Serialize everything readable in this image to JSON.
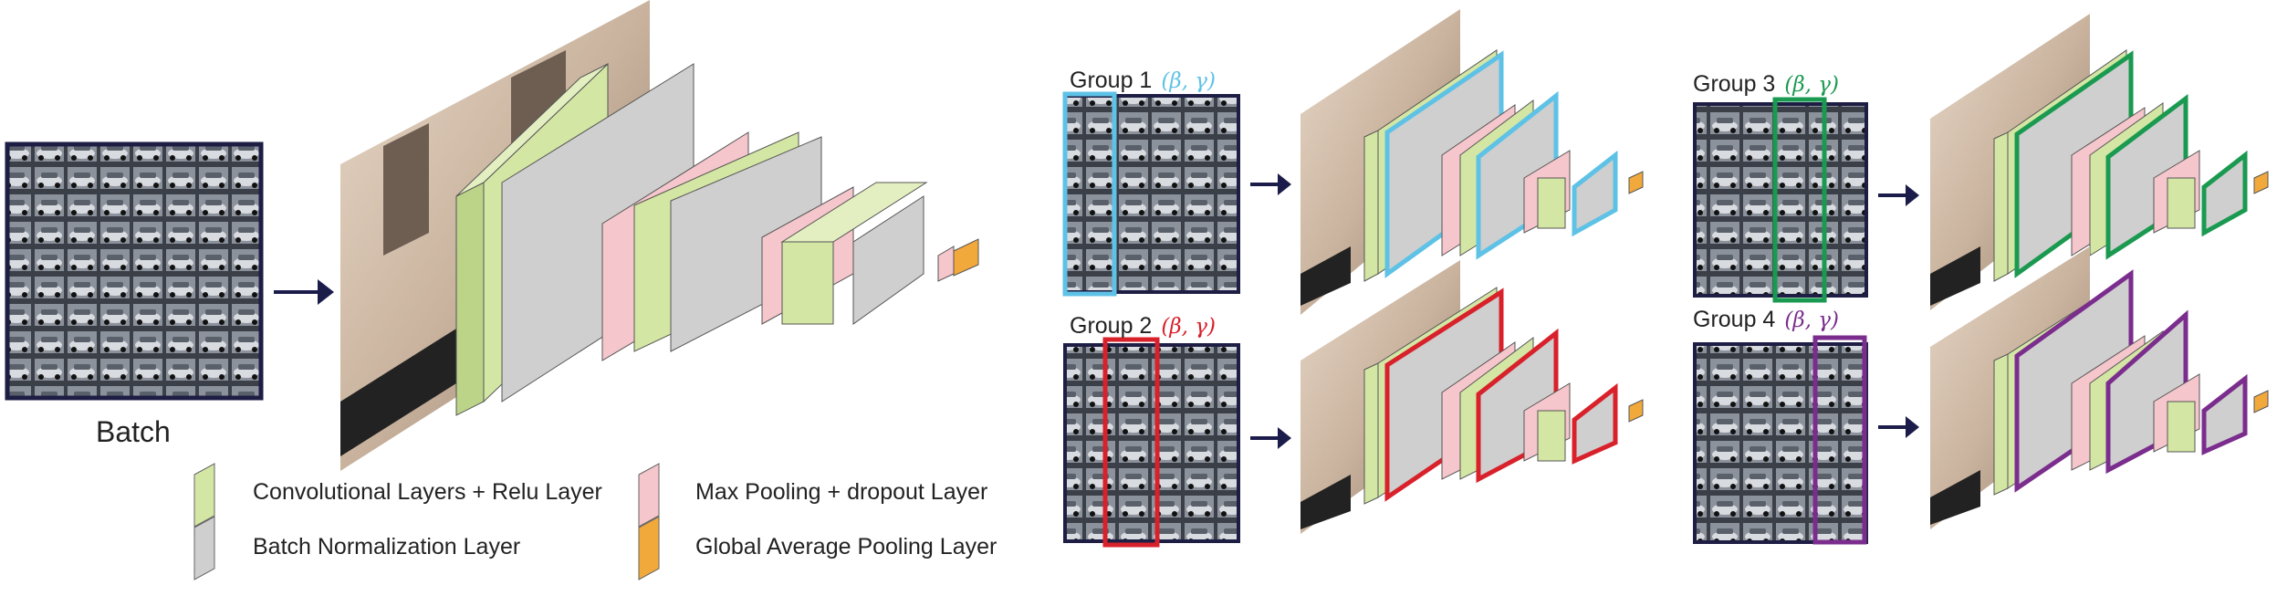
{
  "batch_label": "Batch",
  "legend": {
    "conv_relu": "Convolutional Layers + Relu Layer",
    "batch_norm": "Batch Normalization Layer",
    "max_pool": "Max Pooling + dropout Layer",
    "gap": "Global Average Pooling Layer"
  },
  "groups": [
    {
      "label": "Group 1",
      "param": "(β, γ)",
      "color": "#5ec2e6"
    },
    {
      "label": "Group 2",
      "param": "(β, γ)",
      "color": "#d8212b"
    },
    {
      "label": "Group 3",
      "param": "(β, γ)",
      "color": "#1a9a50"
    },
    {
      "label": "Group 4",
      "param": "(β, γ)",
      "color": "#7b2d8e"
    }
  ],
  "colors": {
    "conv": "#d4e6a4",
    "conv_side": "#bcd488",
    "bn": "#cfcfcf",
    "pool": "#f5c6cb",
    "gap": "#f2a93b",
    "grid_border": "#1e1e45",
    "arrow": "#1c1c4a"
  },
  "icons": [
    "car-thumbnail",
    "building-photo",
    "arrow-right-icon"
  ]
}
